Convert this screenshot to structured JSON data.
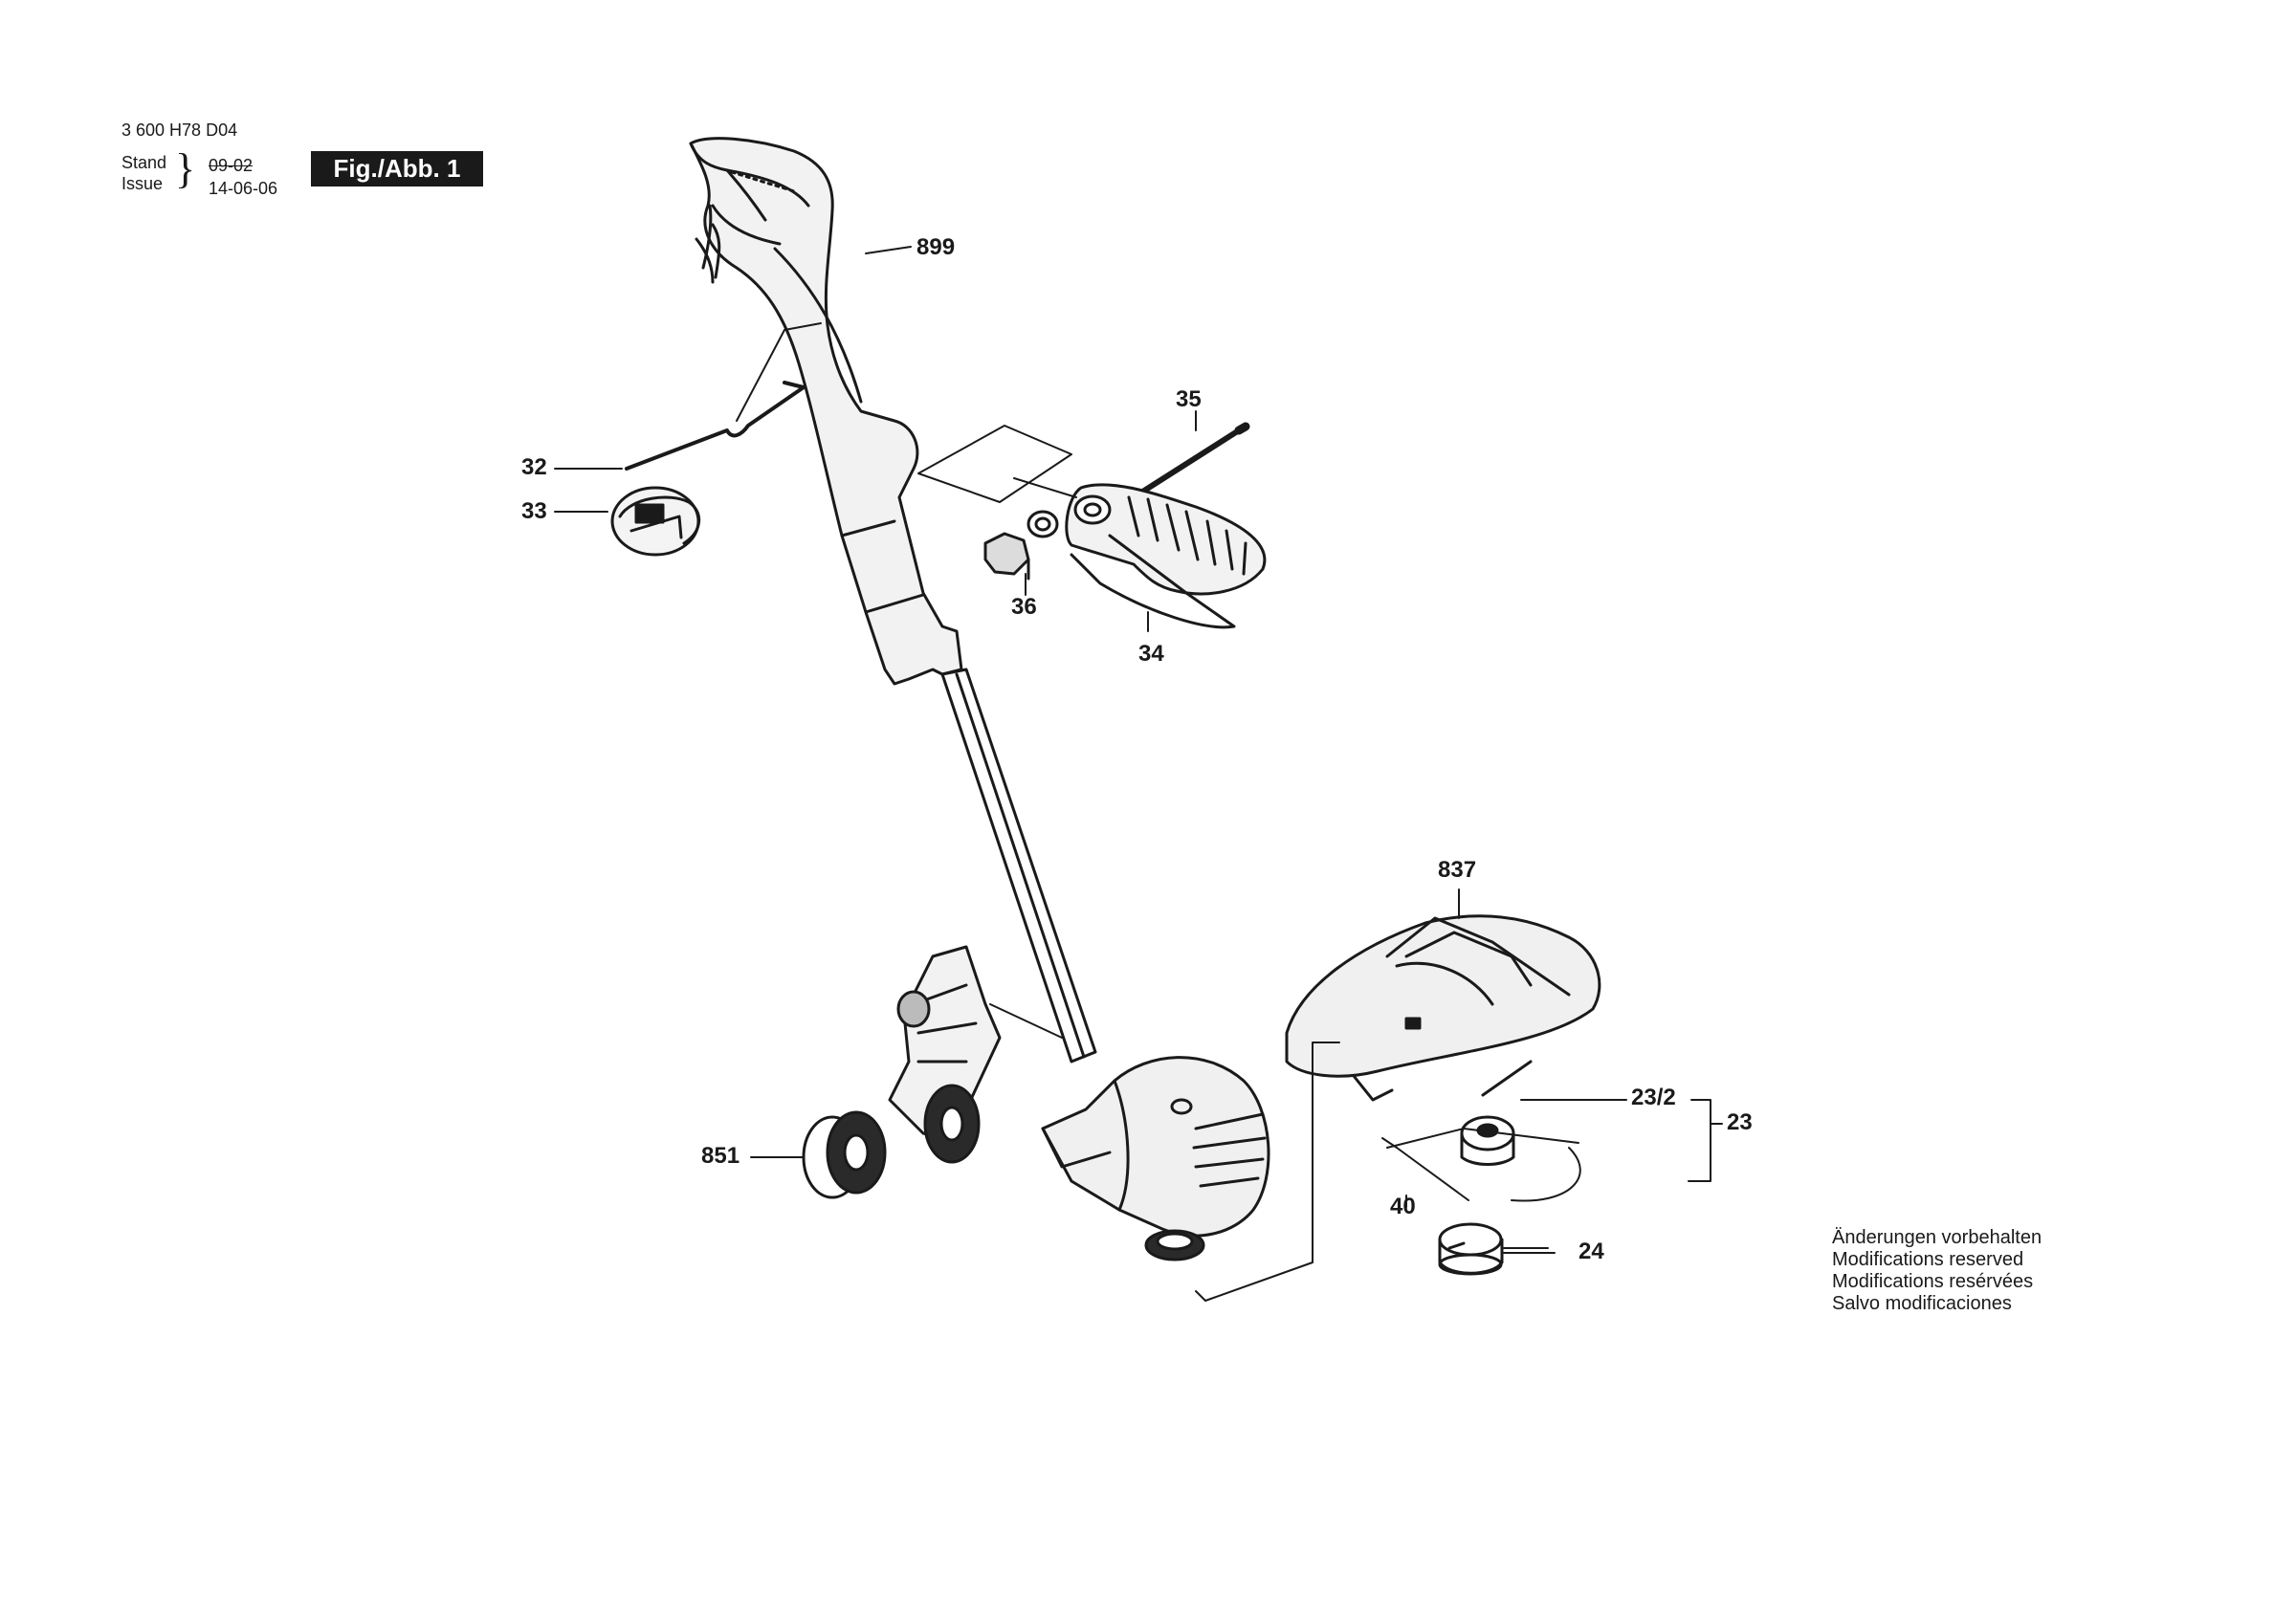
{
  "header": {
    "doc_number": "3 600 H78 D04",
    "stand_label": "Stand",
    "issue_label": "Issue",
    "old_date": "09-02",
    "new_date": "14-06-06",
    "figure_label": "Fig./Abb. 1"
  },
  "callouts": {
    "p899": "899",
    "p35": "35",
    "p32": "32",
    "p33": "33",
    "p36": "36",
    "p34": "34",
    "p837": "837",
    "p23_2": "23/2",
    "p23": "23",
    "p851": "851",
    "p40": "40",
    "p24": "24"
  },
  "notes": [
    "Änderungen vorbehalten",
    "Modifications reserved",
    "Modifications resérvées",
    "Salvo modificaciones"
  ]
}
